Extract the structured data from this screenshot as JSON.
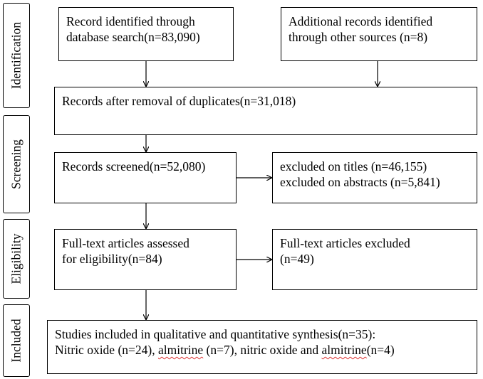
{
  "stages": [
    {
      "label": "Identification"
    },
    {
      "label": "Screening"
    },
    {
      "label": "Eligibility"
    },
    {
      "label": "Included"
    }
  ],
  "boxes": {
    "db_search": {
      "line1": "Record identified through",
      "line2": "database search(n=83,090)"
    },
    "other_sources": {
      "line1": "Additional records identified",
      "line2": "through other sources (n=8)"
    },
    "after_duplicates": {
      "line1": "Records after removal of duplicates(n=31,018)"
    },
    "screened": {
      "line1": "Records screened(n=52,080)"
    },
    "excluded_screen": {
      "line1": "excluded on titles (n=46,155)",
      "line2": "excluded on abstracts (n=5,841)"
    },
    "fulltext_assessed": {
      "line1": "Full-text articles assessed",
      "line2": "for eligibility(n=84)"
    },
    "fulltext_excluded": {
      "line1": "Full-text articles excluded",
      "line2": "(n=49)"
    },
    "included": {
      "line1": "Studies included in qualitative and quantitative synthesis(n=35):",
      "line2_a": "Nitric oxide (n=24), ",
      "line2_b": "almitrine",
      "line2_c": " (n=7), nitric oxide and ",
      "line2_d": "almitrine",
      "line2_e": "(n=4)"
    }
  }
}
